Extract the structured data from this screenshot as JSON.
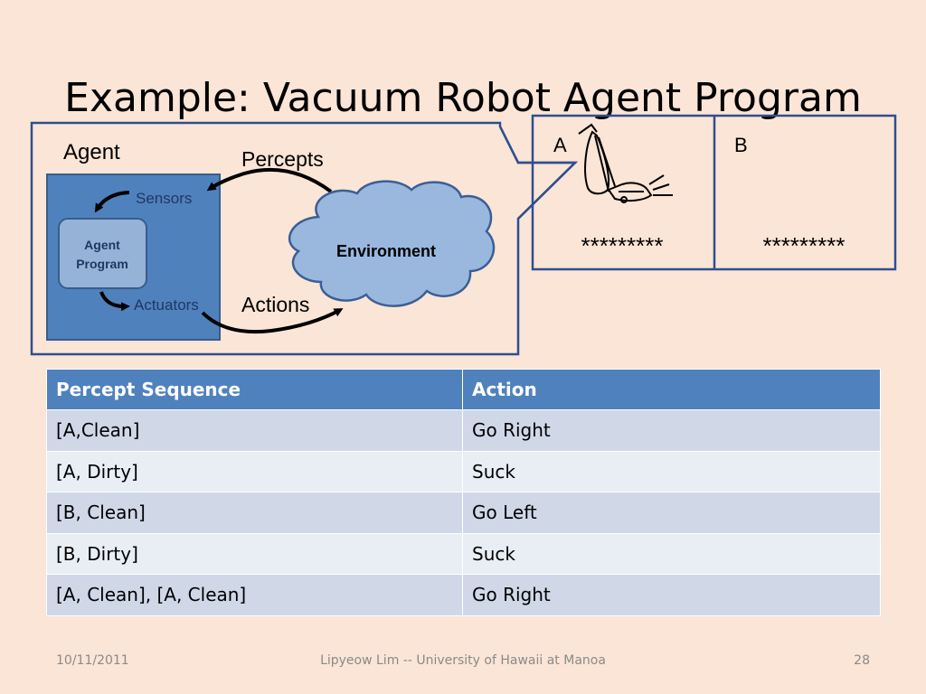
{
  "slide": {
    "title": "Example: Vacuum Robot Agent Program"
  },
  "diagram": {
    "agent_label": "Agent",
    "sensors_label": "Sensors",
    "actuators_label": "Actuators",
    "agent_program_line1": "Agent",
    "agent_program_line2": "Program",
    "percepts_label": "Percepts",
    "actions_label": "Actions",
    "environment_label": "Environment"
  },
  "world": {
    "square_a_label": "A",
    "square_b_label": "B",
    "square_a_dirt": "*********",
    "square_b_dirt": "*********"
  },
  "table": {
    "headers": [
      "Percept Sequence",
      "Action"
    ],
    "rows": [
      [
        "[A,Clean]",
        "Go Right"
      ],
      [
        "[A, Dirty]",
        "Suck"
      ],
      [
        "[B, Clean]",
        "Go Left"
      ],
      [
        "[B, Dirty]",
        "Suck"
      ],
      [
        "[A, Clean], [A, Clean]",
        "Go Right"
      ]
    ]
  },
  "footer": {
    "date": "10/11/2011",
    "author": "Lipyeow Lim -- University of Hawaii at Manoa",
    "page_number": "28"
  },
  "colors": {
    "background": "#fbe5d6",
    "frame_blue": "#2e4f8f",
    "agent_box": "#4f81bd",
    "program_box": "#95b3d7",
    "cloud": "#9ab8de",
    "table_header": "#4f81bd",
    "row_odd": "#d0d8e8",
    "row_even": "#e9edf4"
  }
}
